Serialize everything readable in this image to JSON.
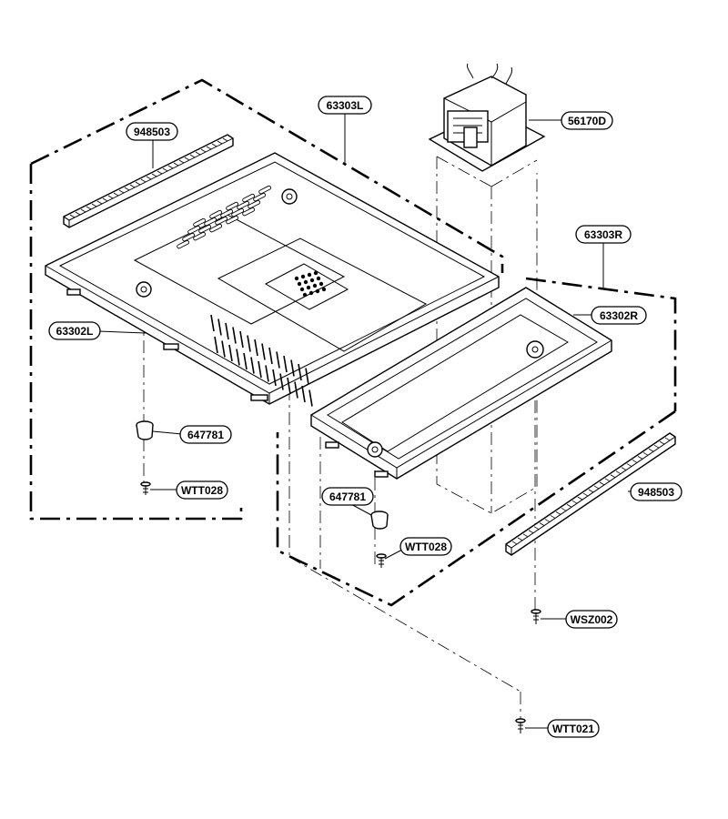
{
  "parts": {
    "base_left": "63302L",
    "base_right": "63302R",
    "cover_left": "63303L",
    "cover_right": "63303R",
    "transformer": "56170D",
    "foam_strip_top": "948503",
    "foam_strip_bottom": "948503",
    "foot_left": "647781",
    "foot_right": "647781",
    "screw_foot_left": "WTT028",
    "screw_foot_right": "WTT028",
    "screw_wsz": "WSZ002",
    "screw_wtt021": "WTT021"
  }
}
